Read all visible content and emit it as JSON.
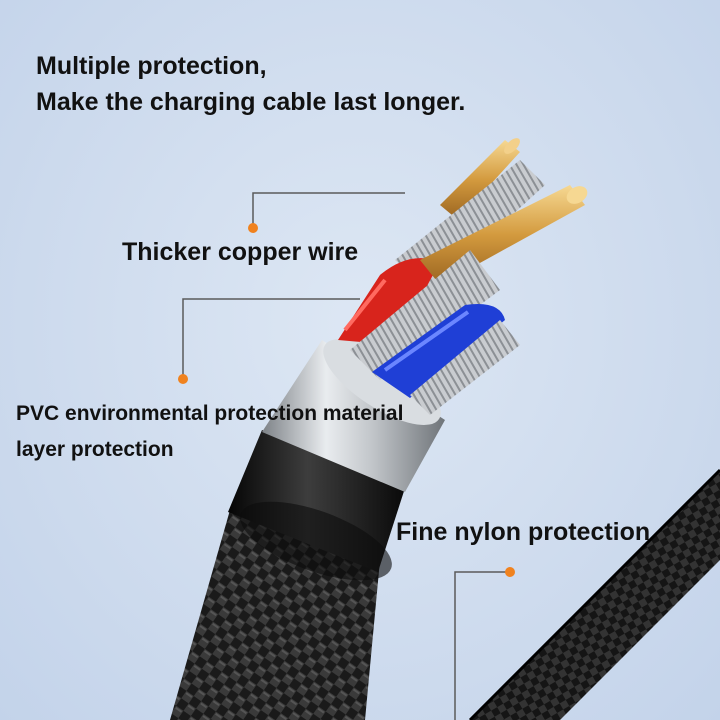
{
  "headline": {
    "line1": "Multiple protection,",
    "line2": "Make the charging cable last longer."
  },
  "callouts": {
    "copper": "Thicker copper wire",
    "pvc_line1": "PVC environmental protection material",
    "pvc_line2": "layer protection",
    "nylon": "Fine nylon protection"
  },
  "colors": {
    "background": "#cfdcec",
    "leader_line": "#5a5a5a",
    "leader_dot": "#f0821e",
    "braid": "#1c1c1c",
    "sleeve": "#b8bcc0",
    "wire_red": "#d8241c",
    "wire_blue": "#1f3fd6",
    "copper": "#d6a24a"
  }
}
